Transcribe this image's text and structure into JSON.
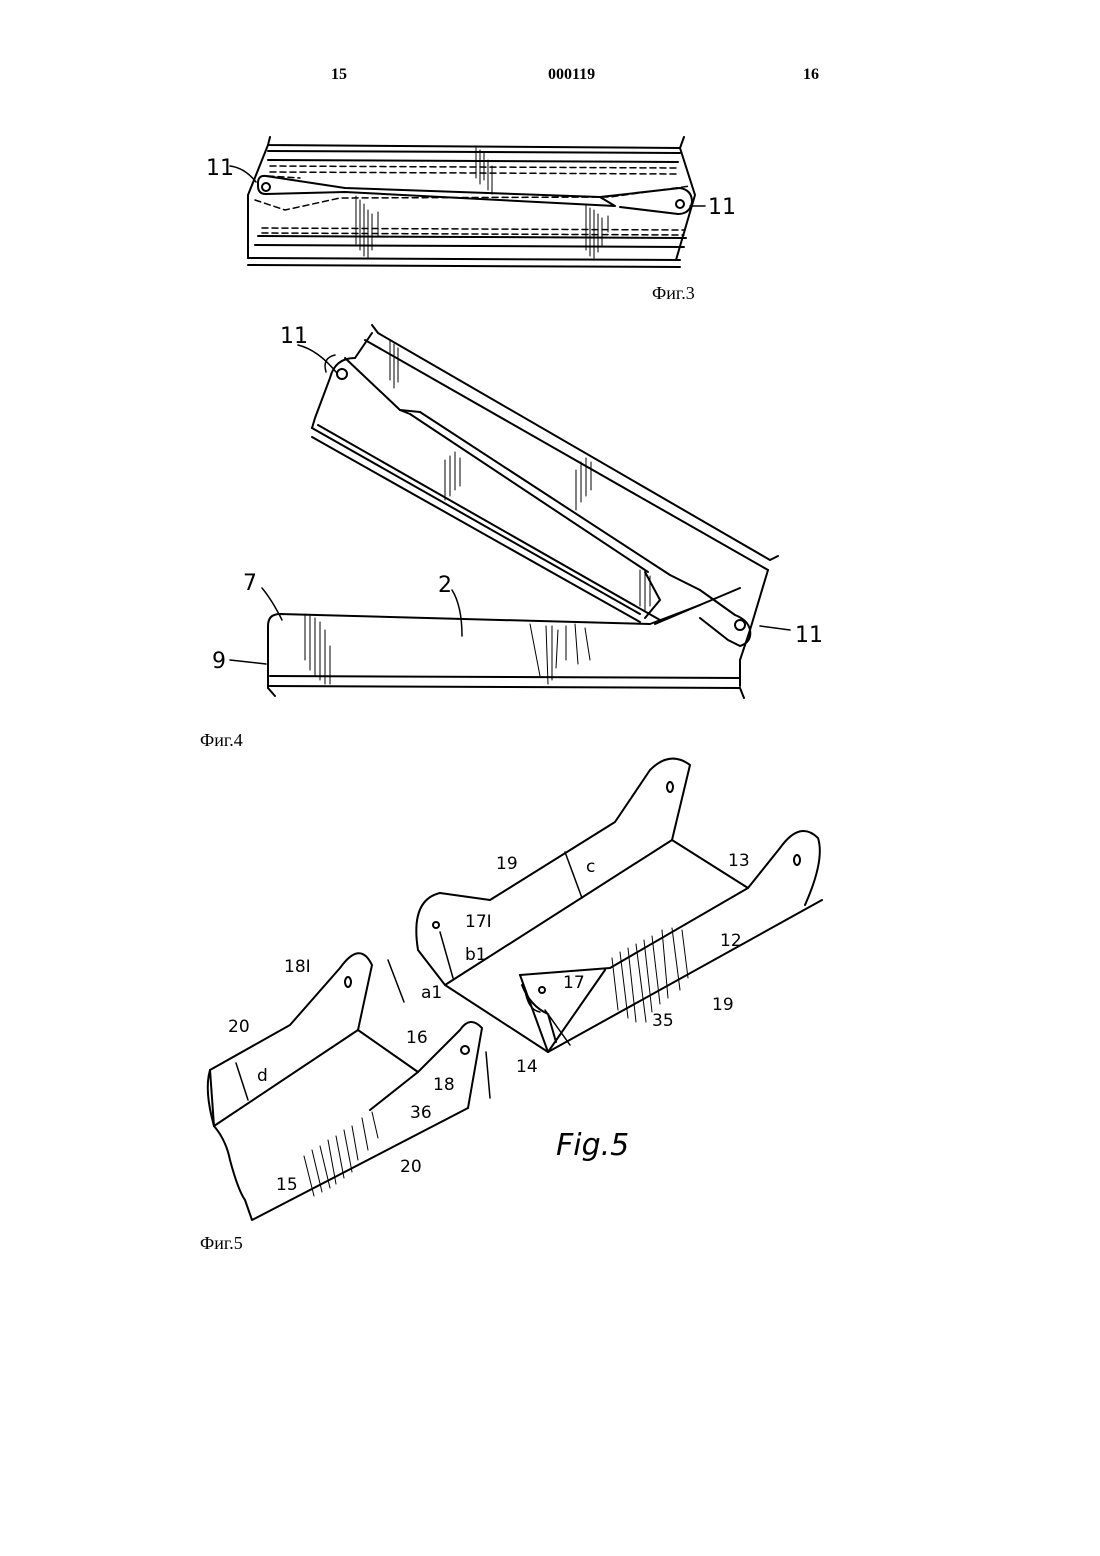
{
  "header": {
    "left_page": "15",
    "doc_number": "000119",
    "right_page": "16"
  },
  "figures": [
    {
      "caption": "Фиг.3",
      "labels": [
        "11",
        "11"
      ]
    },
    {
      "caption": "Фиг.4",
      "labels": [
        "11",
        "11",
        "7",
        "2",
        "9"
      ]
    },
    {
      "caption": "Фиг.5",
      "tag": "Fig.5",
      "labels": [
        "19",
        "c",
        "13",
        "17I",
        "b1",
        "12",
        "18I",
        "a1",
        "17",
        "20",
        "16",
        "35",
        "19",
        "d",
        "18",
        "14",
        "36",
        "15",
        "20"
      ]
    }
  ]
}
